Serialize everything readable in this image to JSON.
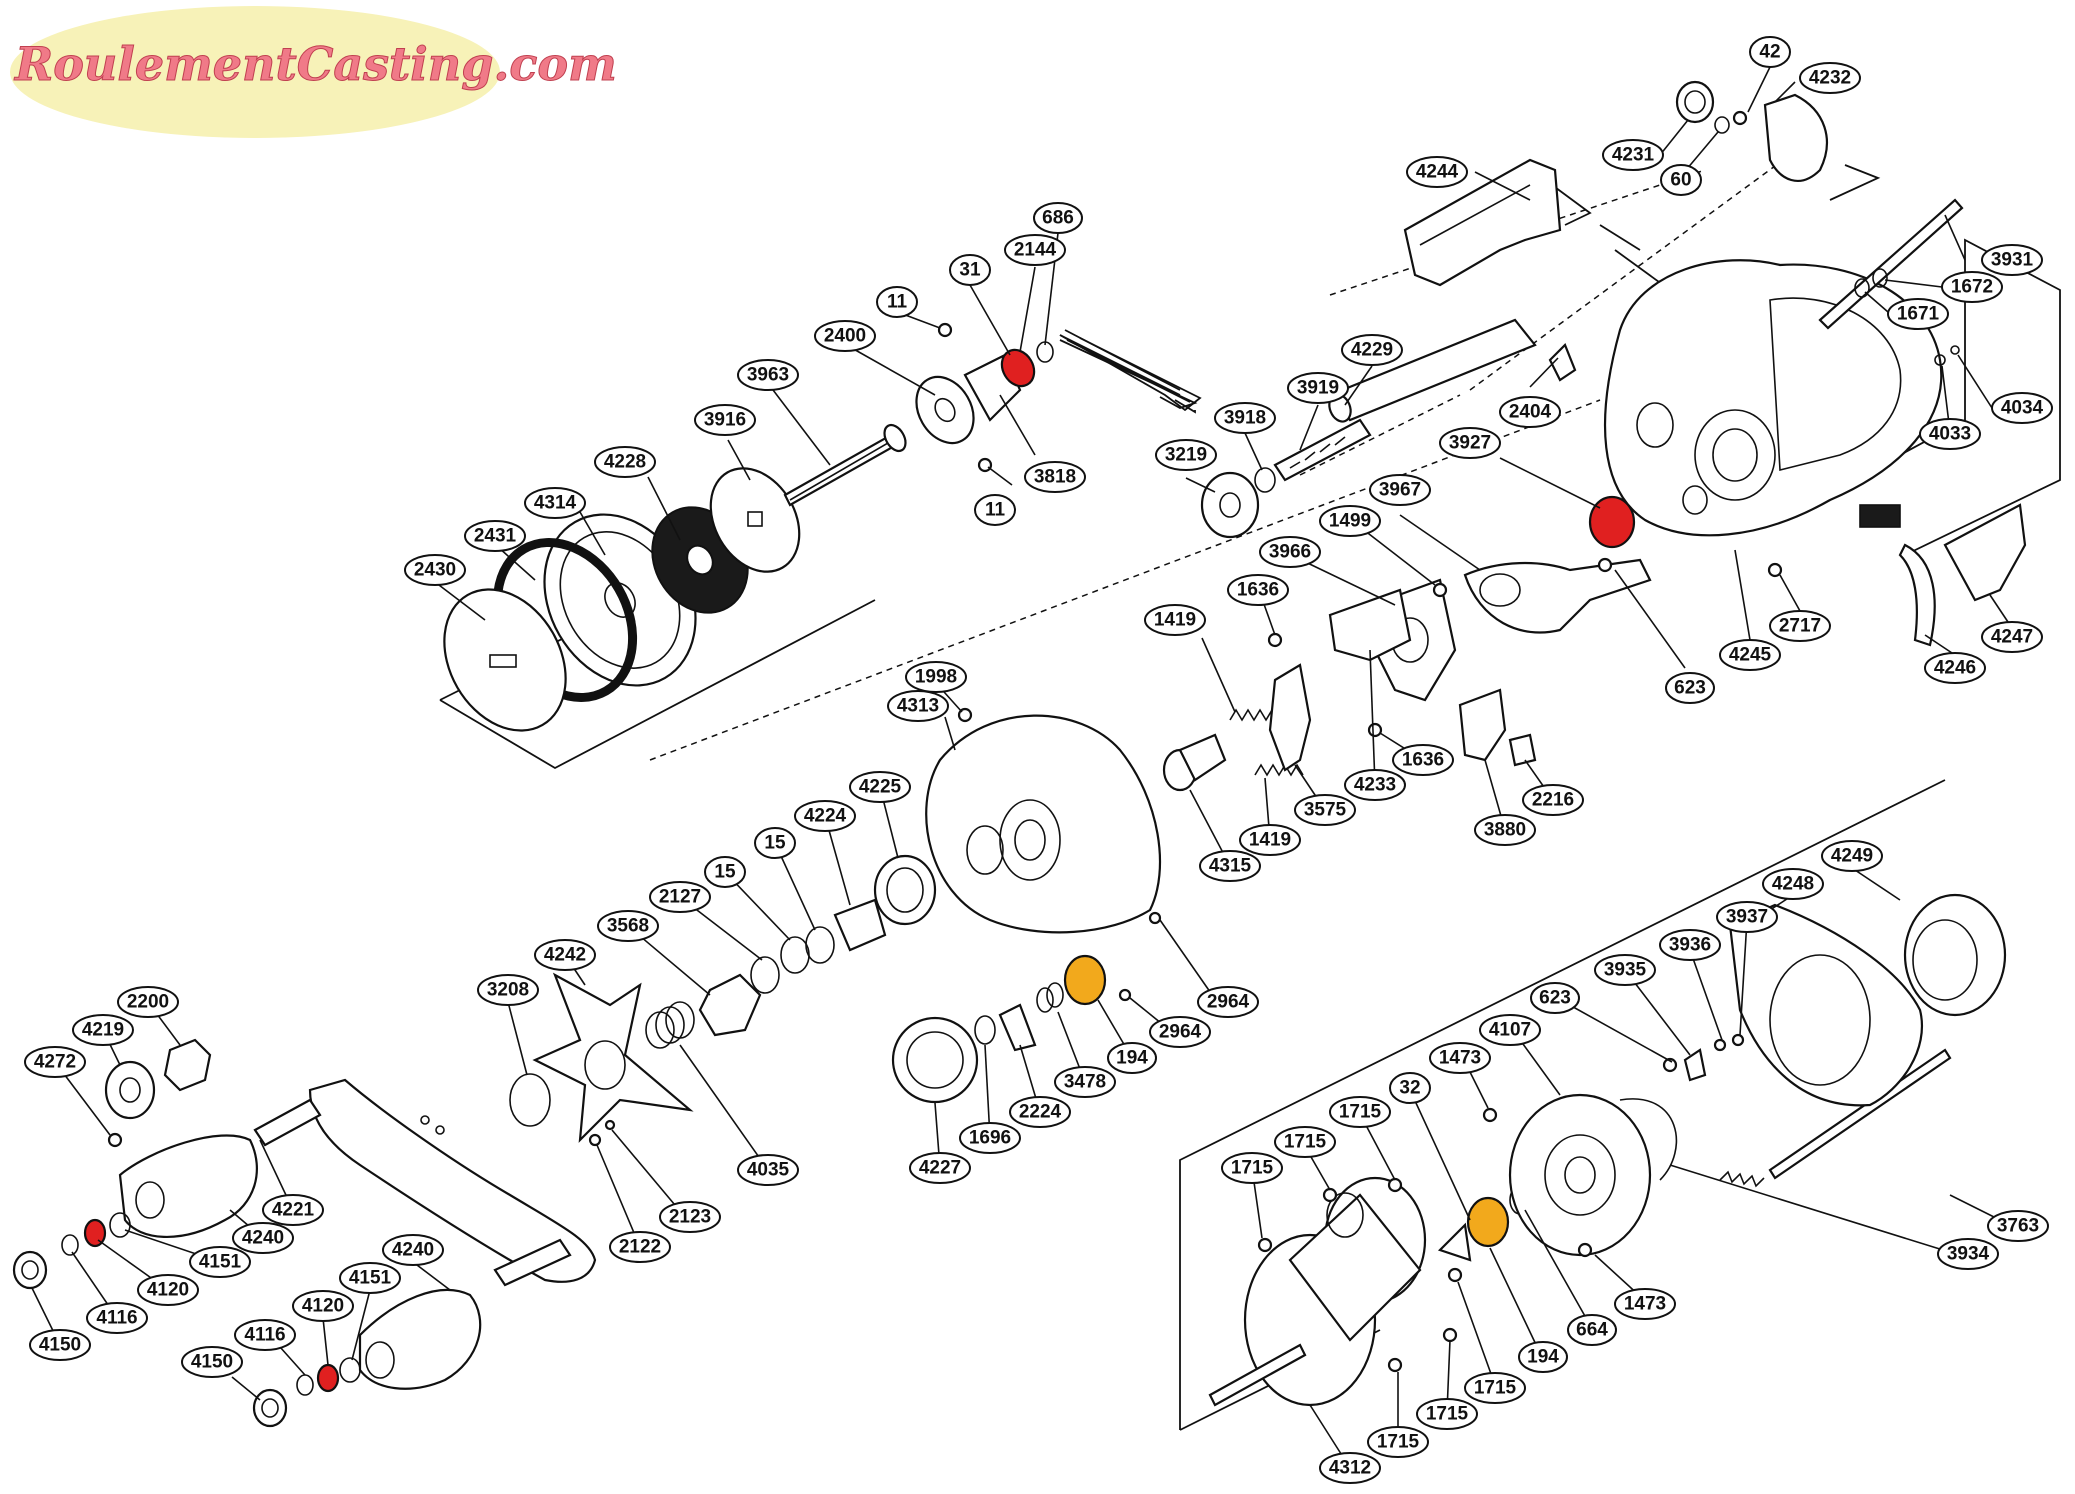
{
  "logo": {
    "text": "RoulementCasting.com",
    "bg_color": "#f7f2b8",
    "text_color": "#f07a88"
  },
  "colors": {
    "red_bearing": "#e02020",
    "orange_bearing": "#f2a91c",
    "line": "#111111"
  },
  "labels": {
    "p42": "42",
    "p4232": "4232",
    "p4231": "4231",
    "p60": "60",
    "p4244": "4244",
    "p3931": "3931",
    "p1672": "1672",
    "p1671": "1671",
    "p4034": "4034",
    "p4033": "4033",
    "p686": "686",
    "p2144": "2144",
    "p31": "31",
    "p11a": "11",
    "p2400": "2400",
    "p3963": "3963",
    "p3916": "3916",
    "p3818": "3818",
    "p11b": "11",
    "p4228": "4228",
    "p4314": "4314",
    "p2431": "2431",
    "p2430": "2430",
    "p4229": "4229",
    "p3918": "3918",
    "p3919": "3919",
    "p2404": "2404",
    "p3219": "3219",
    "p3927": "3927",
    "p3967": "3967",
    "p1499": "1499",
    "p3966": "3966",
    "p1636a": "1636",
    "p1419a": "1419",
    "p623a": "623",
    "p2717": "2717",
    "p4245": "4245",
    "p4246": "4246",
    "p4247": "4247",
    "p1998": "1998",
    "p4313": "4313",
    "p1636b": "1636",
    "p4233": "4233",
    "p3575": "3575",
    "p1419b": "1419",
    "p4315": "4315",
    "p3880": "3880",
    "p2216": "2216",
    "p4225": "4225",
    "p4224": "4224",
    "p15a": "15",
    "p15b": "15",
    "p2127": "2127",
    "p3568": "3568",
    "p4242": "4242",
    "p3208": "3208",
    "p2200": "2200",
    "p4219": "4219",
    "p4272": "4272",
    "p2964a": "2964",
    "p2964b": "2964",
    "p194a": "194",
    "p3478": "3478",
    "p2224": "2224",
    "p1696": "1696",
    "p4227": "4227",
    "p4035": "4035",
    "p2123": "2123",
    "p2122": "2122",
    "p4221": "4221",
    "p4240a": "4240",
    "p4151a": "4151",
    "p4120a": "4120",
    "p4116a": "4116",
    "p4150a": "4150",
    "p4240b": "4240",
    "p4151b": "4151",
    "p4120b": "4120",
    "p4116b": "4116",
    "p4150b": "4150",
    "p4249": "4249",
    "p4248": "4248",
    "p3937": "3937",
    "p3936": "3936",
    "p3935": "3935",
    "p623b": "623",
    "p4107": "4107",
    "p1473a": "1473",
    "p32": "32",
    "p1715a": "1715",
    "p1715b": "1715",
    "p1715c": "1715",
    "p3763": "3763",
    "p3934": "3934",
    "p664": "664",
    "p1473b": "1473",
    "p194b": "194",
    "p1715d": "1715",
    "p1715e": "1715",
    "p1715f": "1715",
    "p4312": "4312"
  }
}
